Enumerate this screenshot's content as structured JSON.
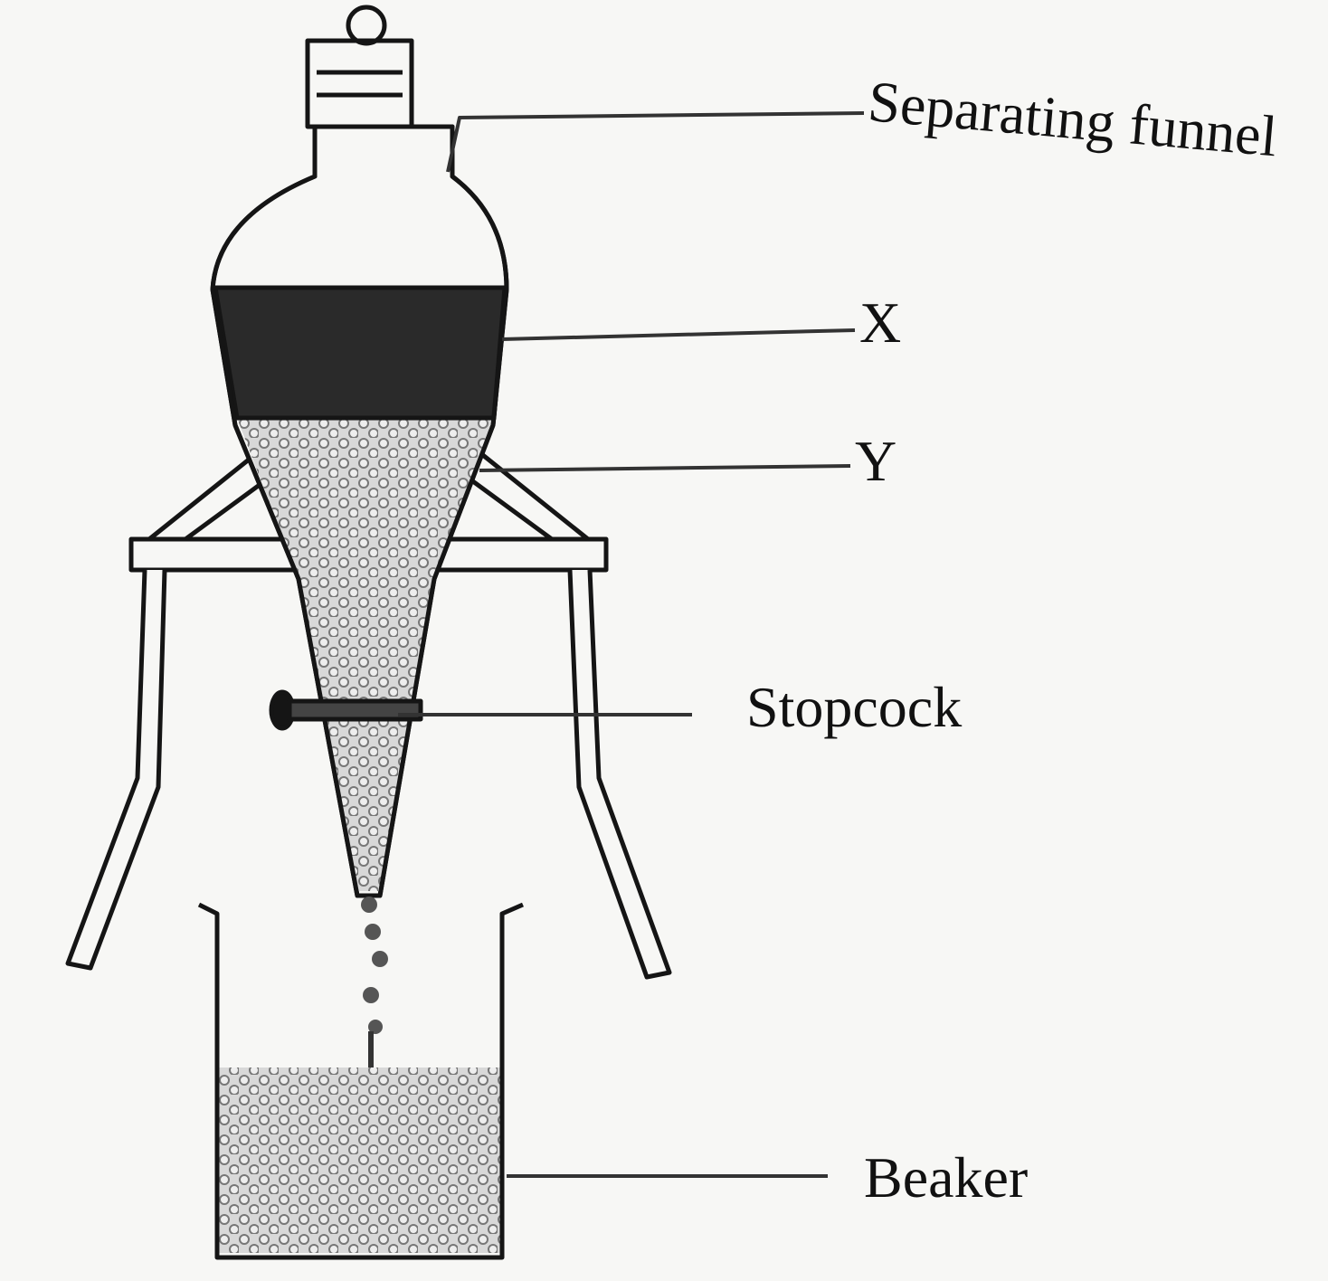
{
  "diagram": {
    "labels": {
      "funnel": "Separating funnel",
      "x": "X",
      "y": "Y",
      "stopcock": "Stopcock",
      "beaker": "Beaker"
    },
    "colors": {
      "ink": "#151515",
      "dark_layer": "#2a2a2a",
      "light_layer": "#bdbdbd",
      "paper": "#f7f7f5"
    }
  }
}
